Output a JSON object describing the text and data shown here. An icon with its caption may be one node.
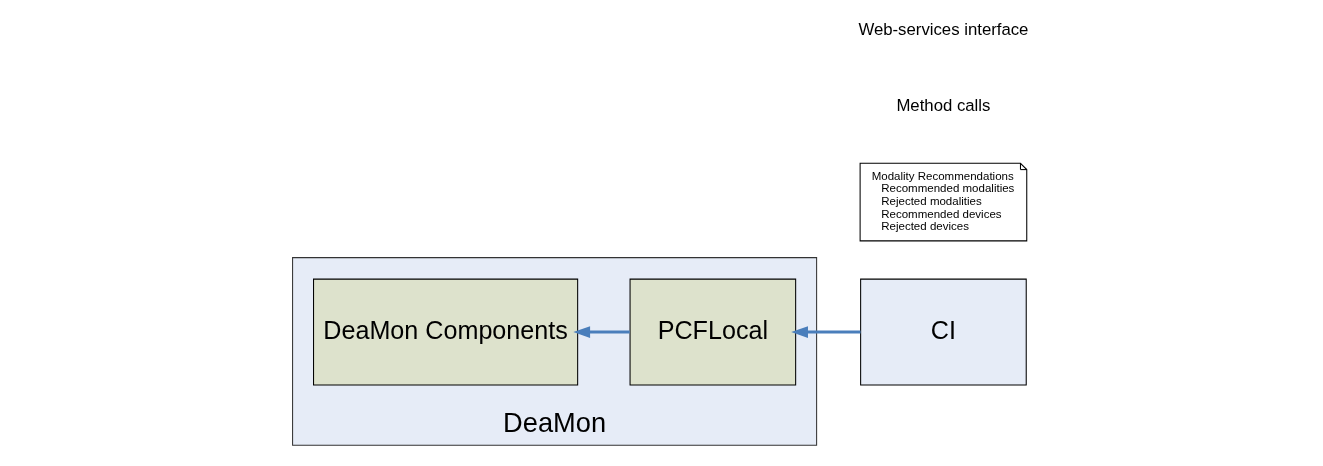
{
  "diagram": {
    "nodes": [
      {
        "text": [
          "DeaMon"
        ]
      },
      {
        "text": [
          "DeaMon Components"
        ],
        "in": 0
      },
      {
        "text": [
          "PCFLocal"
        ],
        "in": 0
      },
      {
        "text": [
          "CI"
        ]
      },
      {
        "text": [
          "Modality Recommendations",
          "Recommended modalities",
          "Rejected modalities",
          "Recommended devices",
          "Rejected devices"
        ]
      }
    ],
    "edges": [
      {
        "from": 3,
        "to": 2,
        "arrow": "to"
      },
      {
        "from": 2,
        "to": 1,
        "arrow": "to"
      }
    ],
    "labels": [
      "Method calls",
      "Web-services interface"
    ]
  }
}
